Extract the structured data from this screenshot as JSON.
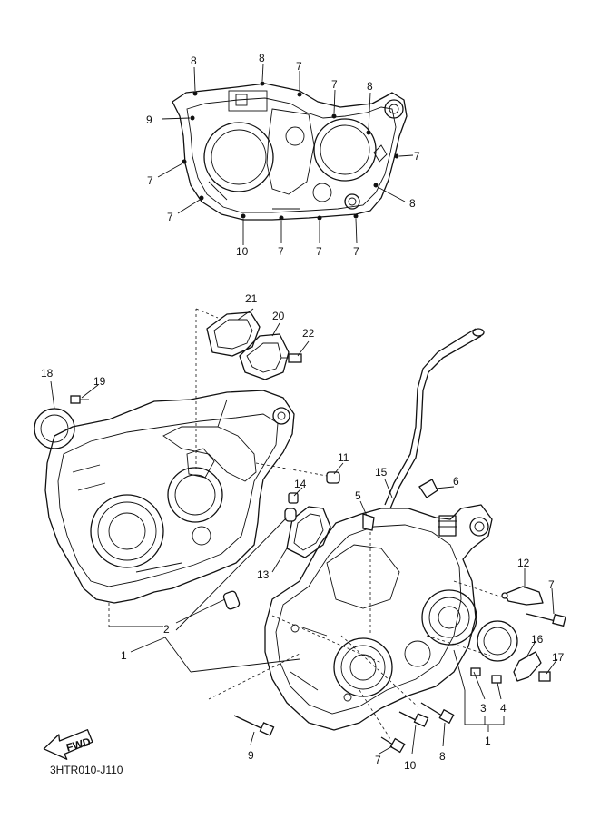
{
  "diagram_code": "3HTR010-J110",
  "fwd_label": "FWD",
  "callouts": [
    {
      "id": "c8a",
      "text": "8"
    },
    {
      "id": "c8b",
      "text": "8"
    },
    {
      "id": "c7a",
      "text": "7"
    },
    {
      "id": "c7b",
      "text": "7"
    },
    {
      "id": "c8c",
      "text": "8"
    },
    {
      "id": "c9a",
      "text": "9"
    },
    {
      "id": "c7c",
      "text": "7"
    },
    {
      "id": "c7d",
      "text": "7"
    },
    {
      "id": "c8d",
      "text": "8"
    },
    {
      "id": "c7e",
      "text": "7"
    },
    {
      "id": "c10a",
      "text": "10"
    },
    {
      "id": "c7f",
      "text": "7"
    },
    {
      "id": "c7g",
      "text": "7"
    },
    {
      "id": "c7h",
      "text": "7"
    },
    {
      "id": "c21",
      "text": "21"
    },
    {
      "id": "c20",
      "text": "20"
    },
    {
      "id": "c22",
      "text": "22"
    },
    {
      "id": "c18",
      "text": "18"
    },
    {
      "id": "c19",
      "text": "19"
    },
    {
      "id": "c11",
      "text": "11"
    },
    {
      "id": "c15",
      "text": "15"
    },
    {
      "id": "c6",
      "text": "6"
    },
    {
      "id": "c14",
      "text": "14"
    },
    {
      "id": "c5",
      "text": "5"
    },
    {
      "id": "c13",
      "text": "13"
    },
    {
      "id": "c12",
      "text": "12"
    },
    {
      "id": "c7i",
      "text": "7"
    },
    {
      "id": "c2",
      "text": "2"
    },
    {
      "id": "c1a",
      "text": "1"
    },
    {
      "id": "c16",
      "text": "16"
    },
    {
      "id": "c17",
      "text": "17"
    },
    {
      "id": "c3",
      "text": "3"
    },
    {
      "id": "c4",
      "text": "4"
    },
    {
      "id": "c1b",
      "text": "1"
    },
    {
      "id": "c9b",
      "text": "9"
    },
    {
      "id": "c7j",
      "text": "7"
    },
    {
      "id": "c10b",
      "text": "10"
    },
    {
      "id": "c8e",
      "text": "8"
    }
  ]
}
